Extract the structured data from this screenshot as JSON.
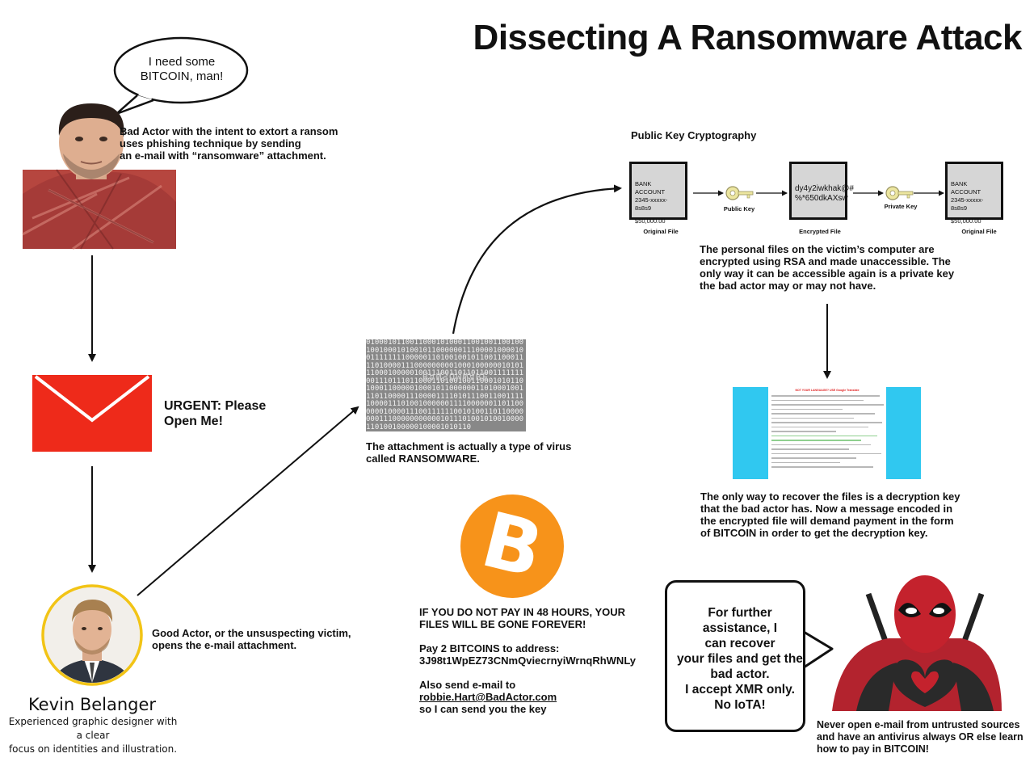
{
  "title": "Dissecting A Ransomware Attack",
  "bad_actor": {
    "speech": "I need some\nBITCOIN, man!",
    "description": "Bad Actor with the intent to extort a ransom\nuses phishing technique by sending\nan e-mail with “ransomware” attachment."
  },
  "email": {
    "subject": "URGENT: Please\nOpen Me!"
  },
  "victim": {
    "description": "Good Actor, or the unsuspecting victim,\nopens the e-mail attachment.",
    "name": "Kevin Belanger",
    "tagline": "Experienced graphic designer with a clear\nfocus on identities and illustration."
  },
  "attachment": {
    "binary_word": "RANSOMWARE",
    "caption": "The attachment is actually a type of virus\ncalled RANSOMWARE."
  },
  "crypto": {
    "heading": "Public Key Cryptography",
    "original_file": {
      "line1": "BANK ACCOUNT",
      "line2": "2345-xxxxx-8s8s9",
      "line3": "$50,000.00",
      "label": "Original File"
    },
    "public_key_label": "Public Key",
    "encrypted_file": {
      "text": "dy4y2iwkhak@#\n%*650dkAXsw",
      "label": "Encrypted File"
    },
    "private_key_label": "Private Key",
    "decrypted_file": {
      "line1": "BANK ACCOUNT",
      "line2": "2345-xxxxx-8s8s9",
      "line3": "$50,000.00",
      "label": "Original File"
    },
    "description": "The personal files on the victim’s computer are\nencrypted using RSA and made unaccessible. The\nonly way it can be accessible again is a private key\nthe bad actor may or may not have."
  },
  "ransom_note": {
    "heading": "NOT YOUR LANGUAGE? USE Google Translate"
  },
  "recovery": {
    "description": "The only way to recover the files is a decryption key\nthat the bad actor has. Now a message encoded in\nthe encrypted file will demand payment in the form\nof BITCOIN in order to get the decryption key."
  },
  "demand": {
    "warning": "IF YOU DO NOT PAY IN 48 HOURS, YOUR\nFILES WILL BE GONE FOREVER!",
    "pay_line": "Pay 2 BITCOINS to address:",
    "address": "3J98t1WpEZ73CNmQviecrnyiWrnqRhWNLy",
    "email_line": "Also send e-mail to",
    "email": "robbie.Hart@BadActor.com",
    "closing": "so I can send you the key"
  },
  "assistance": {
    "text": "For further\nassistance, I\ncan recover\nyour files and get the\nbad actor.\nI accept XMR only.\nNo IoTA!"
  },
  "advice": {
    "text": "Never open e-mail from untrusted sources\nand have an antivirus always OR else learn\nhow to pay in BITCOIN!"
  },
  "colors": {
    "envelope": "#ee2a1a",
    "bitcoin": "#f7931a",
    "avatar_ring": "#f2c416",
    "note_bg": "#30c8f0"
  }
}
